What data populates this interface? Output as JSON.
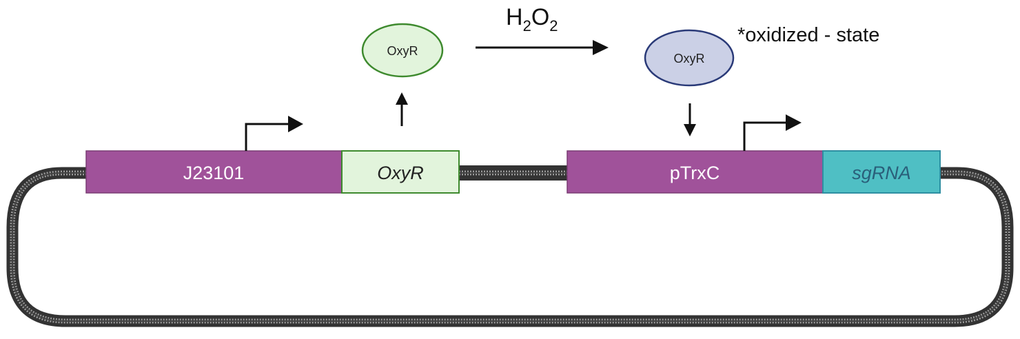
{
  "parts": {
    "promoter_1": "J23101",
    "gene_1": "OxyR",
    "promoter_2": "pTrxC",
    "gene_2": "sgRNA"
  },
  "proteins": {
    "reduced_label": "OxyR",
    "oxidized_label": "OxyR"
  },
  "reaction": {
    "inducer_main": "H",
    "inducer_sub_1": "2",
    "inducer_mid": "O",
    "inducer_sub_2": "2"
  },
  "annotation": {
    "oxidized_state": "*oxidized - state"
  },
  "colors": {
    "promoter_fill": "#a0529a",
    "oxyr_gene_fill": "#e2f4dc",
    "oxyr_gene_stroke": "#3e8a2e",
    "sgrna_fill": "#4fbfc4",
    "sgrna_text": "#2a5f7a",
    "oxyr_reduced_fill": "#e2f4dc",
    "oxyr_reduced_stroke": "#3e8a2e",
    "oxyr_oxidized_fill": "#cbd0e6",
    "oxyr_oxidized_stroke": "#2a3a78",
    "backbone": "#333333"
  }
}
